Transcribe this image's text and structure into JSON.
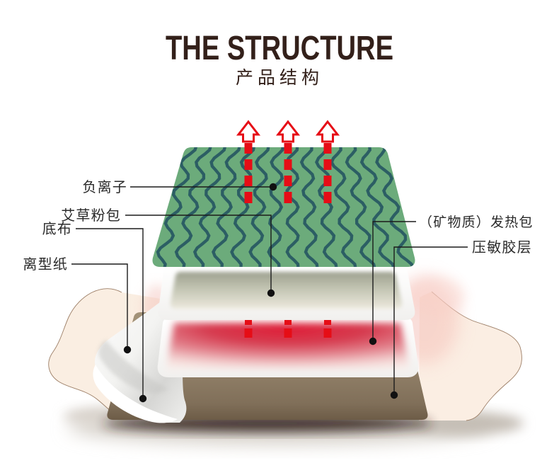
{
  "header": {
    "title": "THE STRUCTURE",
    "subtitle": "产品结构"
  },
  "callouts": {
    "anion": "负离子",
    "wormwood_pack": "艾草粉包",
    "base_cloth": "底布",
    "release_paper": "离型纸",
    "mineral_heat_pack": "（矿物质）发热包",
    "adhesive_layer": "压敏胶层"
  },
  "colors": {
    "title": "#33201a",
    "label": "#2a2a2a",
    "leader_line": "#1b1b1b",
    "green_layer": "#6cab7b",
    "wave": "#2c5e64",
    "arrow_red": "#e60d16",
    "glow_red": "#dc2038",
    "beige_inner": "#b8baa9",
    "brown_layer": "#93826a",
    "cream_body": "#faeee2",
    "cream_outline": "#9c7e66",
    "paper_white": "#ffffff"
  }
}
